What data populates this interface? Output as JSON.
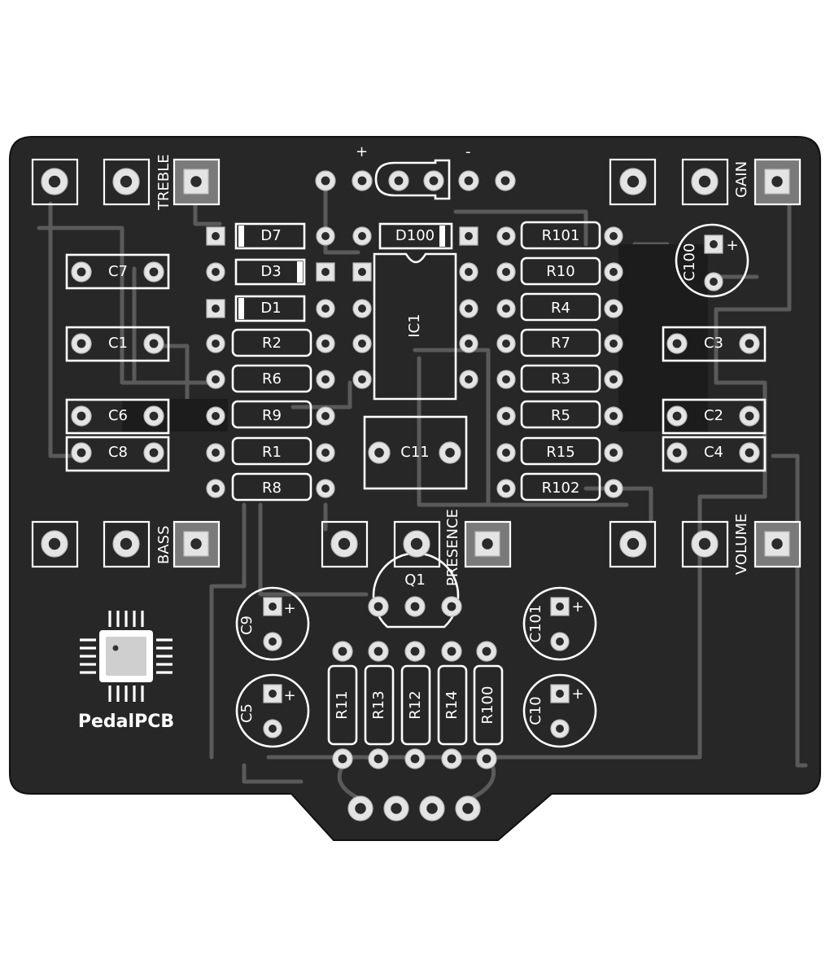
{
  "board": {
    "brand": "PedalPCB",
    "controls": {
      "treble": "TREBLE",
      "gain": "GAIN",
      "bass": "BASS",
      "presence": "PRESENCE",
      "volume": "VOLUME"
    },
    "power": {
      "plus": "+",
      "minus": "-"
    },
    "diodes": {
      "d7": "D7",
      "d3": "D3",
      "d1": "D1",
      "d100": "D100"
    },
    "ic": {
      "ic1": "IC1"
    },
    "transistor": {
      "q1": "Q1"
    },
    "resistors": {
      "r101": "R101",
      "r10": "R10",
      "r4": "R4",
      "r7": "R7",
      "r3": "R3",
      "r5": "R5",
      "r15": "R15",
      "r102": "R102",
      "r2": "R2",
      "r6": "R6",
      "r9": "R9",
      "r1": "R1",
      "r8": "R8",
      "r11": "R11",
      "r13": "R13",
      "r12": "R12",
      "r14": "R14",
      "r100": "R100"
    },
    "capacitors": {
      "c7": "C7",
      "c1": "C1",
      "c6": "C6",
      "c8": "C8",
      "c3": "C3",
      "c2": "C2",
      "c4": "C4",
      "c11": "C11",
      "c100": "C100",
      "c9": "C9",
      "c5": "C5",
      "c101": "C101",
      "c10": "C10"
    },
    "polarity_mark": "+",
    "colors": {
      "board": "#272727",
      "silkscreen": "#ffffff",
      "pad": "#e4e4e4",
      "copper_trace": "#5a5a5a"
    }
  }
}
